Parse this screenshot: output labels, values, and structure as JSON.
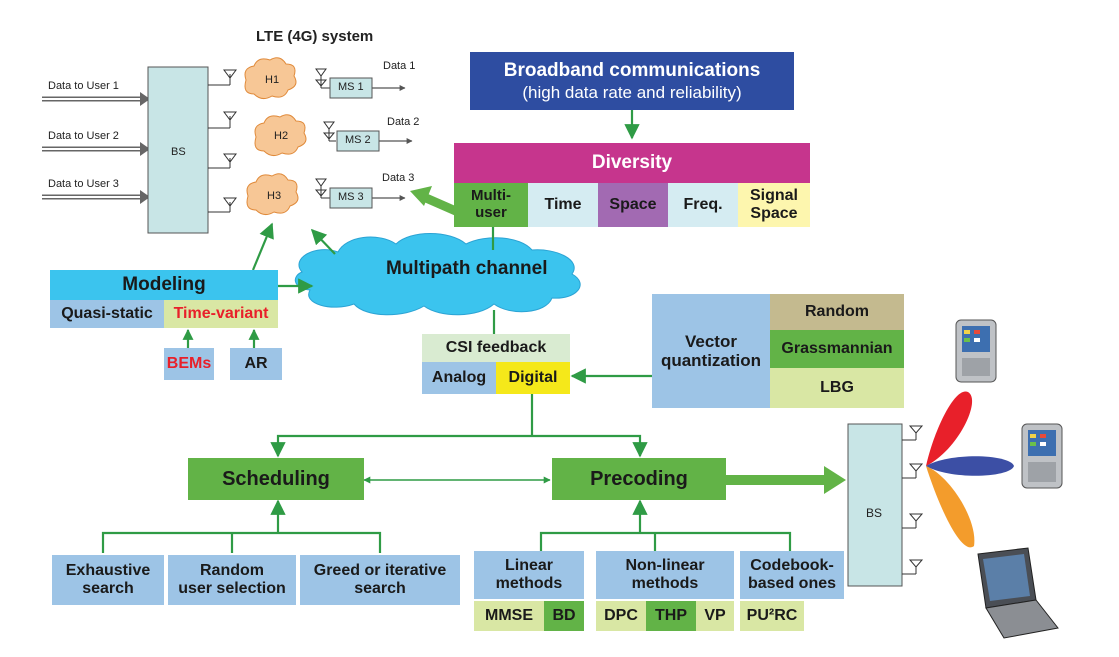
{
  "colors": {
    "navy": "#2e4da1",
    "magenta": "#c6358d",
    "green": "#62b347",
    "arrow_green": "#2f9b45",
    "cyan": "#3bc4ee",
    "light_blue": "#9dc4e6",
    "pale_cyan": "#d5ecf2",
    "purple": "#a26ab2",
    "pale_yellow": "#fdf6ae",
    "yellow": "#f5e81a",
    "khaki": "#c4ba8f",
    "pale_green": "#d9e7a4",
    "light_green": "#c8e0a6",
    "red_text": "#e8202a",
    "cloud_orange": "#f7c796",
    "ms_box": "#c8e5e6"
  },
  "lte": {
    "title": "LTE (4G) system",
    "data_to_user": [
      "Data to User 1",
      "Data to User 2",
      "Data to User 3"
    ],
    "bs_label": "BS",
    "channels": [
      "H1",
      "H2",
      "H3"
    ],
    "ms": [
      "MS 1",
      "MS 2",
      "MS 3"
    ],
    "data_out": [
      "Data 1",
      "Data 2",
      "Data 3"
    ]
  },
  "broadband": {
    "title": "Broadband communications",
    "subtitle": "(high data rate and reliability)"
  },
  "diversity": {
    "title": "Diversity",
    "items": [
      "Multi-\nuser",
      "Time",
      "Space",
      "Freq.",
      "Signal\nSpace"
    ]
  },
  "multipath_label": "Multipath channel",
  "modeling": {
    "title": "Modeling",
    "quasi_static": "Quasi-static",
    "time_variant": "Time-variant",
    "bems": "BEMs",
    "ar": "AR"
  },
  "csi": {
    "title": "CSI feedback",
    "analog": "Analog",
    "digital": "Digital"
  },
  "vq": {
    "label": "Vector\nquantization",
    "methods": [
      "Random",
      "Grassmannian",
      "LBG"
    ]
  },
  "scheduling": {
    "title": "Scheduling",
    "methods": [
      "Exhaustive\nsearch",
      "Random\nuser selection",
      "Greed or iterative\nsearch"
    ]
  },
  "precoding": {
    "title": "Precoding",
    "linear": "Linear\nmethods",
    "nonlinear": "Non-linear\nmethods",
    "codebook": "Codebook-\nbased ones",
    "mmse": "MMSE",
    "bd": "BD",
    "dpc": "DPC",
    "thp": "THP",
    "vp": "VP",
    "pu2rc": "PU²RC"
  },
  "bs2_label": "BS"
}
